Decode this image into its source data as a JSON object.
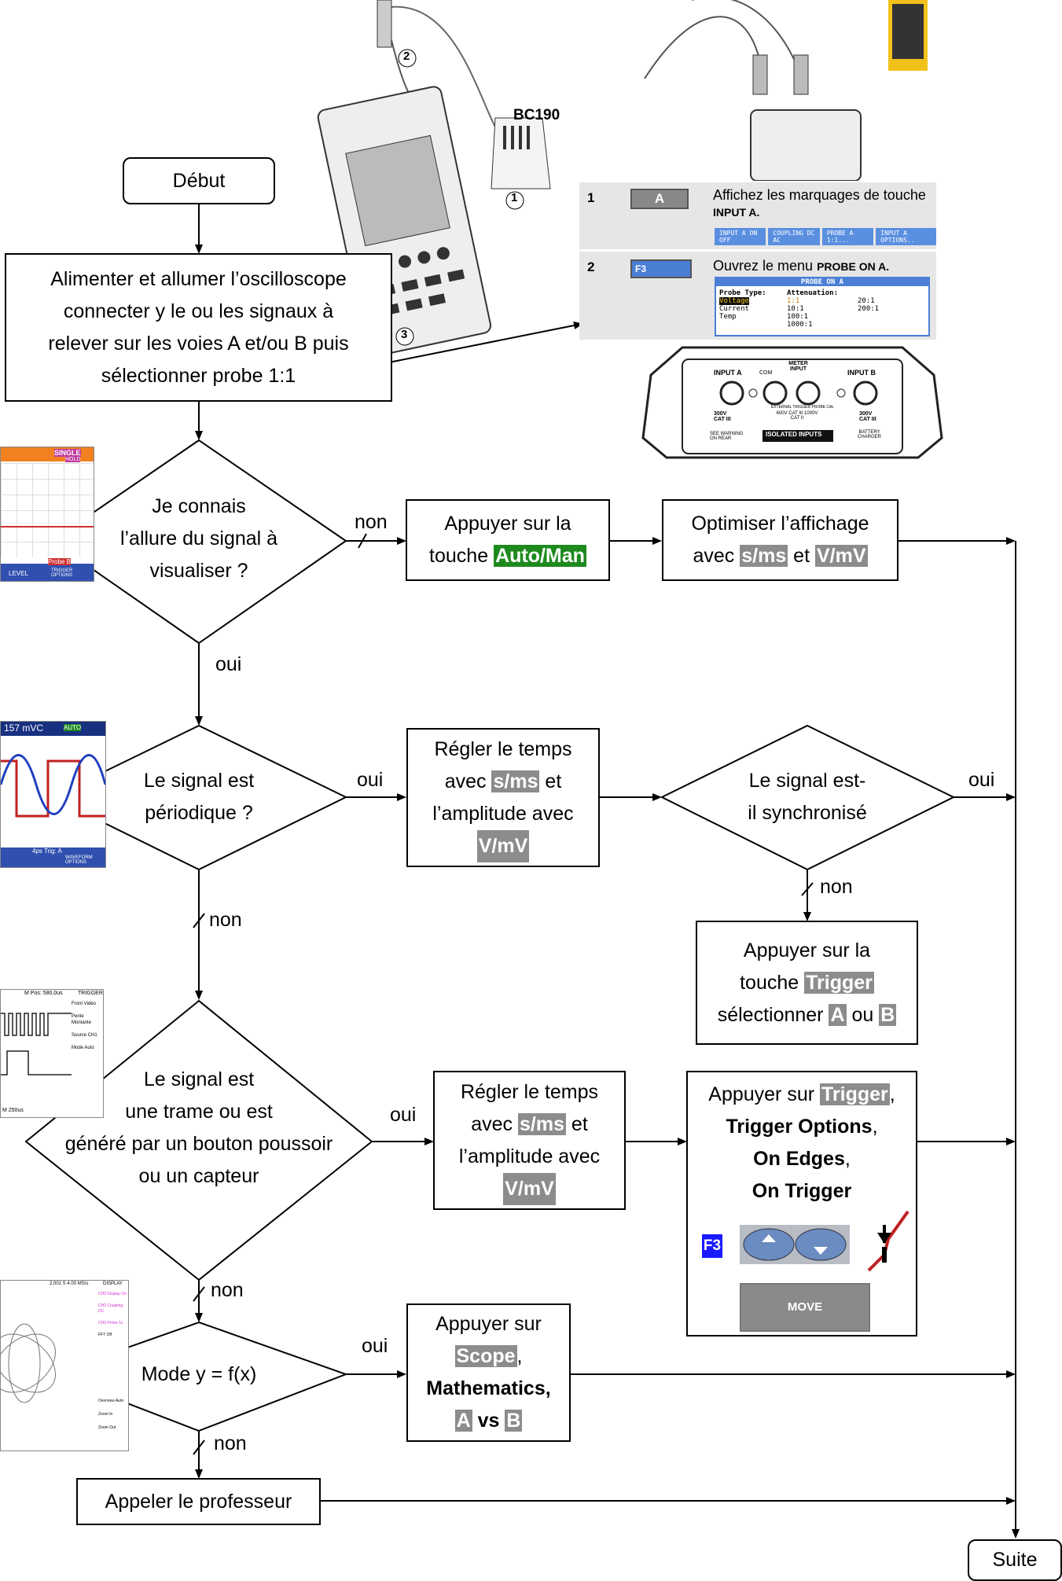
{
  "colors": {
    "line": "#000000",
    "highlight": "#8c8c8c",
    "green_highlight": "#1e8a1e",
    "panel_bg": "#e6e6e6",
    "menu_blue": "#4a7fd4",
    "fluke_yellow": "#f2c21b"
  },
  "start": "Début",
  "power_box": {
    "line1": "Alimenter et allumer l’oscilloscope",
    "line2": "connecter y le ou les signaux à",
    "line3": "relever sur les voies A et/ou B puis",
    "line4": "sélectionner probe 1:1"
  },
  "charger_label": "BC190",
  "callouts": [
    "1",
    "2",
    "3"
  ],
  "manual": {
    "step1_num": "1",
    "step1_key": "A",
    "step1_text": "Affichez les marquages de touche",
    "step1_bold": "INPUT A.",
    "step1_menu": [
      "INPUT A ON OFF",
      "COUPLING DC AC",
      "PROBE A 1:1...",
      "INPUT A OPTIONS.."
    ],
    "step2_num": "2",
    "step2_key": "F3",
    "step2_text": "Ouvrez le menu",
    "step2_bold": "PROBE ON A.",
    "probe_title": "PROBE ON A",
    "probe_type_h": "Probe Type:",
    "atten_h": "Attenuation:",
    "probe_types": [
      "Voltage",
      "Current",
      "Temp"
    ],
    "atten_col1": [
      "1:1",
      "10:1",
      "100:1",
      "1000:1"
    ],
    "atten_col2": [
      "20:1",
      "200:1"
    ]
  },
  "inputs_panel": {
    "input_a": "INPUT A",
    "com": "COM",
    "meter_input": "METER INPUT",
    "input_b": "INPUT B",
    "cat_a": "300V CAT III",
    "cat_meter": "600V CAT III 1000V CAT II",
    "cat_b": "300V CAT III",
    "warning": "SEE WARNING ON REAR",
    "isolated": "ISOLATED INPUTS",
    "battery": "BATTERY CHARGER",
    "ext_trigger": "EXTERNAL TRIGGER PROBE CAL"
  },
  "q1": {
    "line1": "Je connais",
    "line2": "l’allure du signal à",
    "line3": "visualiser ?"
  },
  "q1_non": "non",
  "q1_oui": "oui",
  "auto_box": {
    "line1": "Appuyer sur la",
    "pre": "touche ",
    "key": "Auto/Man"
  },
  "optim_box": {
    "line1": "Optimiser l’affichage",
    "pre": "avec ",
    "key1": "s/ms",
    "mid": " et ",
    "key2": "V/mV"
  },
  "q2": {
    "line1": "Le signal est",
    "line2": "périodique ?"
  },
  "q2_oui": "oui",
  "q2_non": "non",
  "regler1": {
    "line1": "Régler le temps",
    "pre": "avec ",
    "key1": "s/ms",
    "post": " et",
    "line3": "l’amplitude avec",
    "key2": "V/mV"
  },
  "q3": {
    "line1": "Le signal est-",
    "line2": "il synchronisé"
  },
  "q3_oui": "oui",
  "q3_non": "non",
  "trigger_box": {
    "line1": "Appuyer sur la",
    "pre": "touche ",
    "key": "Trigger",
    "l3pre": "sélectionner ",
    "a": "A",
    "ou": " ou ",
    "b": "B"
  },
  "q4": {
    "line1": "Le signal est",
    "line2": "une trame ou est",
    "line3": "généré par un bouton poussoir",
    "line4": "ou un capteur"
  },
  "q4_oui": "oui",
  "q4_non": "non",
  "regler2": {
    "line1": "Régler le temps",
    "pre": "avec ",
    "key1": "s/ms",
    "post": " et",
    "line3": "l’amplitude avec",
    "key2": "V/mV"
  },
  "trig_opts": {
    "pre": "Appuyer sur ",
    "key": "Trigger",
    "comma": ",",
    "l2": "Trigger Options",
    "l3": "On Edges",
    "l4": "On Trigger",
    "f3": "F3",
    "move": "MOVE"
  },
  "q5": {
    "line1": "Mode y = f(x)"
  },
  "q5_oui": "oui",
  "q5_non": "non",
  "scope_box": {
    "line1": "Appuyer sur",
    "key1": "Scope",
    "comma": ",",
    "line3": "Mathematics,",
    "a": "A",
    "vs": " vs ",
    "b": "B"
  },
  "prof_box": "Appeler le professeur",
  "suite": "Suite",
  "scope_shots": {
    "s1_top": "SINGLE",
    "s1_hold": "HOLD",
    "s1_bottom": "LEVEL",
    "s1_probe": "Probe B",
    "s1_trig": "TRIGGER OPTIONS",
    "s2_val": "157 mVC",
    "s2_auto": "AUTO",
    "s2_trig": "4ps Trig: A",
    "s2_wave": "WAVEFORM OPTIONS",
    "s3_head": "M Pos: 580,0us",
    "s3_trig": "TRIGGER",
    "s3_items": [
      "Front Vidéo",
      "Pente Montante",
      "Source CH1",
      "Mode Auto"
    ],
    "s3_foot": "M 250us",
    "s4_head": "2,001 S  4.00 MS/s",
    "s4_disp": "DISPLAY",
    "s4_items": [
      "CH2 Display On",
      "CH2 Coupling DC",
      "CH2 Probe 1x",
      "FFT Off"
    ],
    "s4_foot": [
      "Overview Auto",
      "Zoom In",
      "Zoom Out"
    ]
  }
}
